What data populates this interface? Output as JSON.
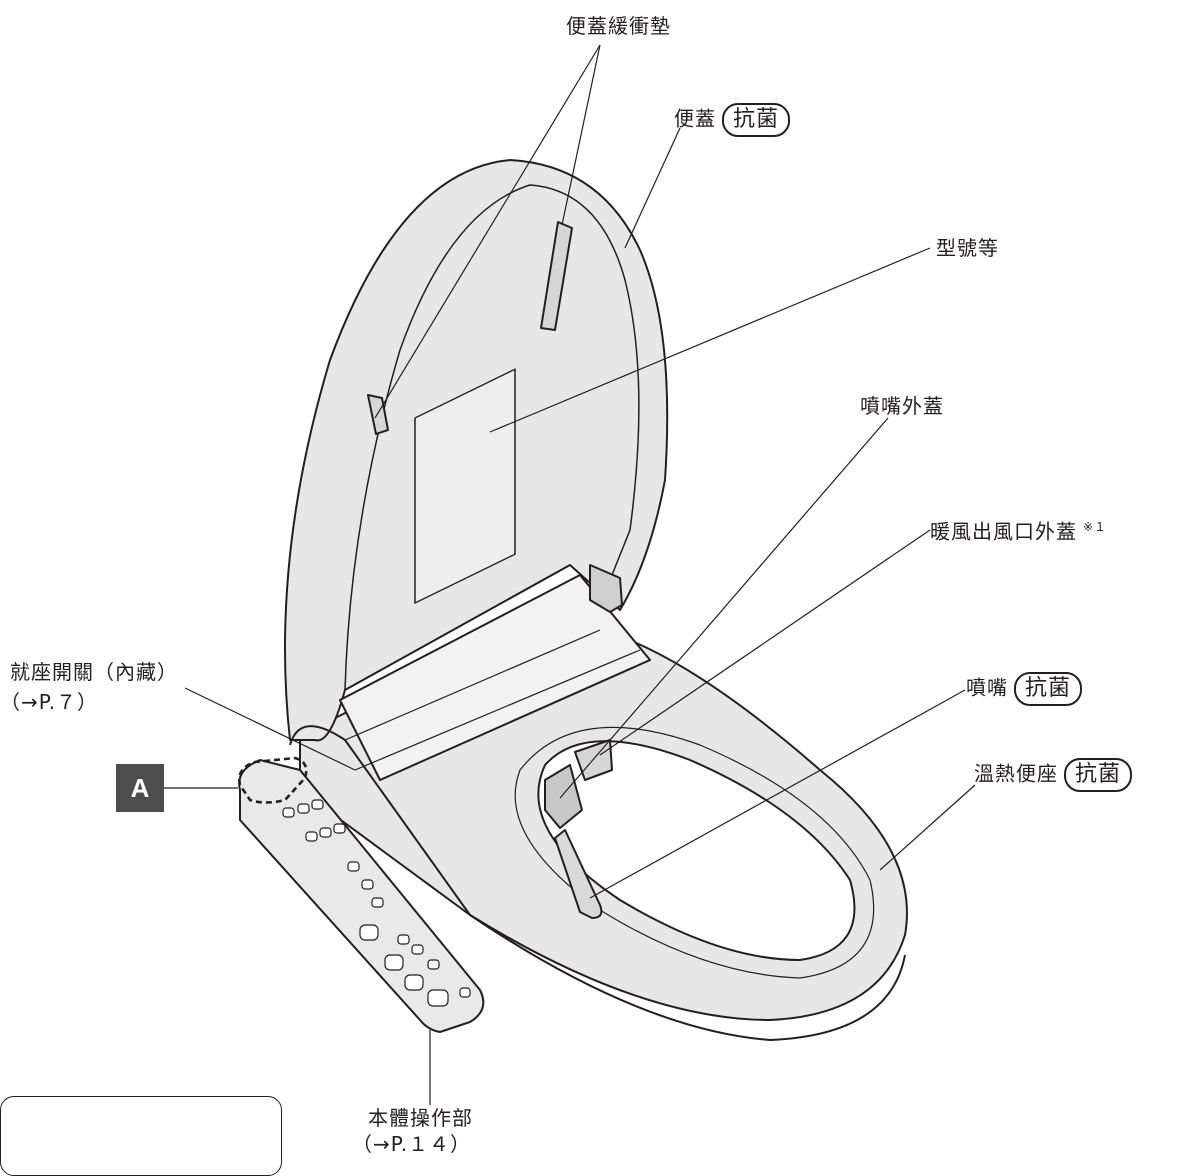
{
  "labels": {
    "lid_bumpers": "便蓋緩衝墊",
    "lid": "便蓋",
    "lid_badge": "抗菌",
    "model_no": "型號等",
    "nozzle_cover": "噴嘴外蓋",
    "dryer_cover": "暖風出風口外蓋",
    "dryer_note": "※１",
    "nozzle": "噴嘴",
    "nozzle_badge": "抗菌",
    "seat_switch": "就座開關（內藏）",
    "seat_switch_ref": "（→P.７）",
    "heated_seat": "溫熱便座",
    "heated_seat_badge": "抗菌",
    "control_panel": "本體操作部",
    "control_panel_ref": "（→P.１４）",
    "area_marker": "A"
  }
}
